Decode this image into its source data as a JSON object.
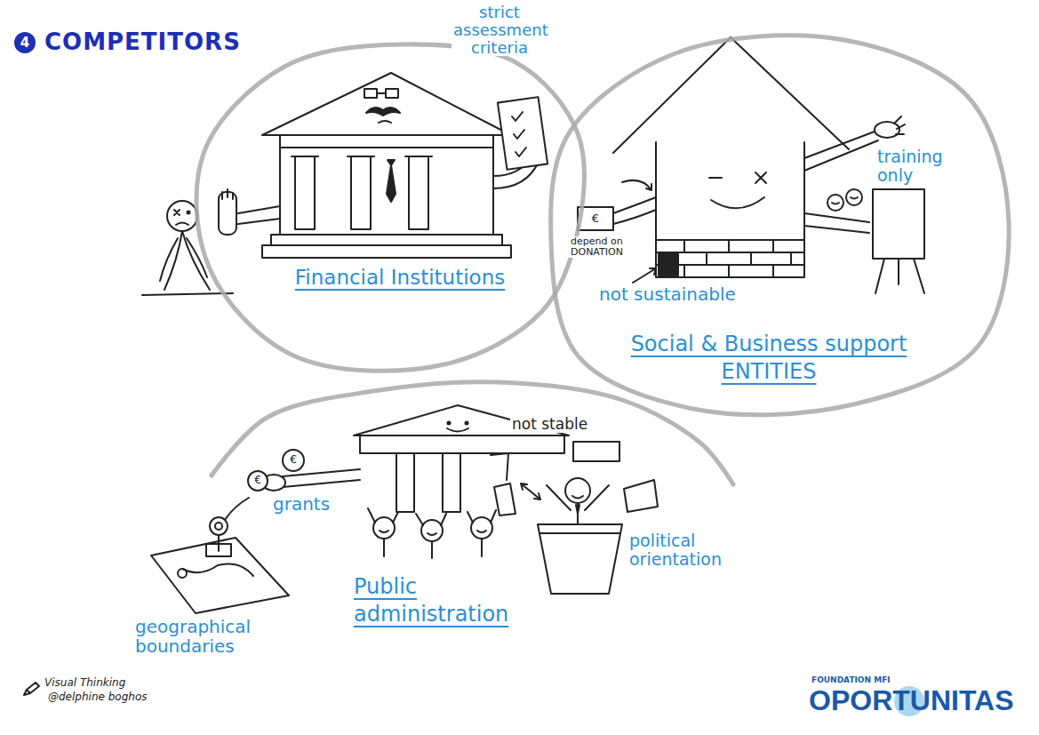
{
  "diagram": {
    "title": "COMPETITORS",
    "nodes": [
      {
        "text": [
          "Financial Institutions"
        ]
      },
      {
        "text": [
          "Social & Business support ENTITIES"
        ]
      },
      {
        "text": [
          "Public administration"
        ]
      }
    ],
    "labels": [
      "4",
      "strict assessment criteria",
      "€",
      "depend on DONATION",
      "not sustainable",
      "training only",
      "€",
      "€",
      "grants",
      "not stable",
      "political orientation",
      "geographical boundaries",
      "Visual Thinking",
      "@delphine boghos",
      "FOUNDATION MFI",
      "OPORTUNITAS"
    ]
  }
}
